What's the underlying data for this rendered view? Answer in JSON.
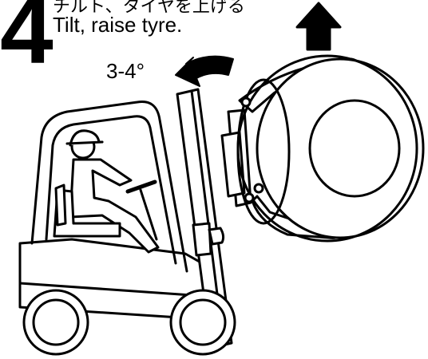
{
  "step": {
    "number": "4",
    "caption_ja": "チルト、タイヤを上げる",
    "caption_en": "Tilt, raise tyre."
  },
  "tilt": {
    "angle_label": "3-4°"
  },
  "colors": {
    "ink": "#000000",
    "paper": "#ffffff"
  }
}
